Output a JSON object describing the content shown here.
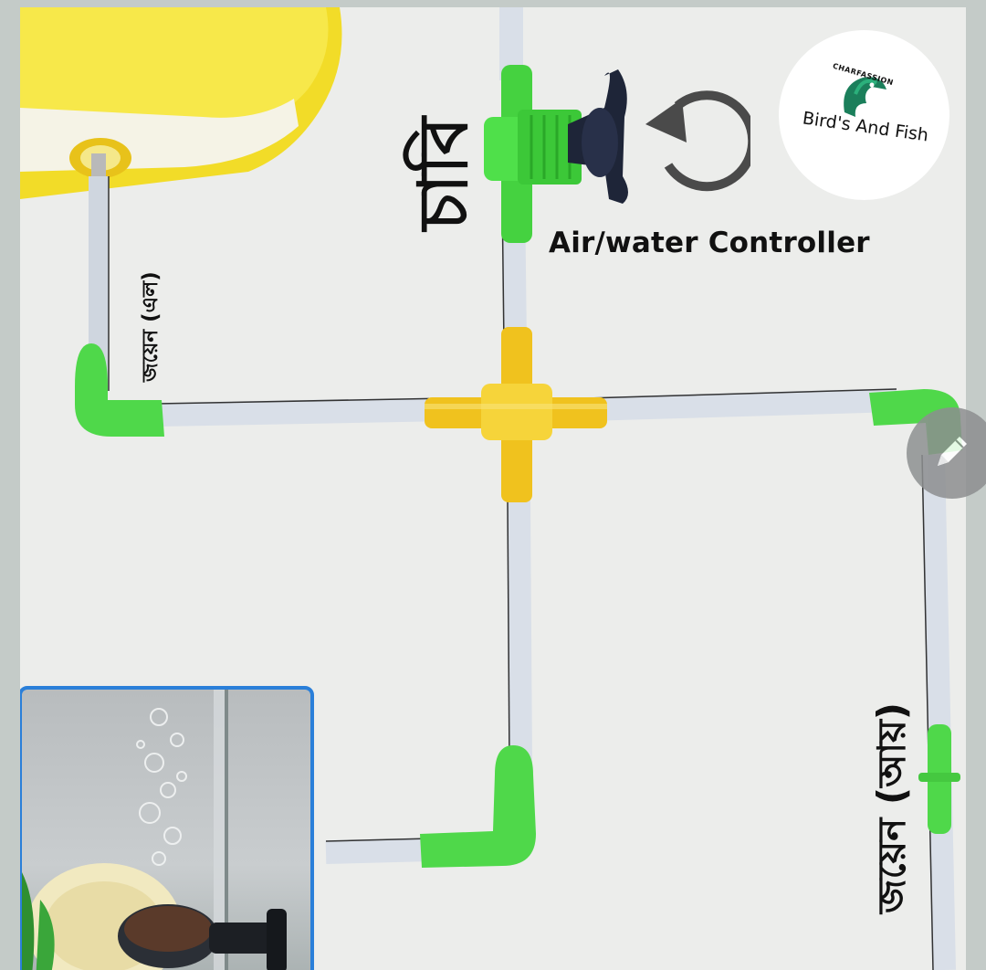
{
  "labels": {
    "controller": "Air/water Controller",
    "key_bn": "চাবি",
    "joiner_l": "জয়েন (এল)",
    "joiner_i": "জয়েন (আয়)"
  },
  "logo": {
    "tagline": "CHARFASSION",
    "brand": "Bird's And Fish"
  },
  "icons": {
    "rotate": "counterclockwise-arrow-icon",
    "edit": "pencil-icon"
  },
  "colors": {
    "tube": "#dfe4ea",
    "green_fitting": "#4fd84a",
    "yellow_fitting": "#f2c925",
    "valve_knob": "#1e2538",
    "pump": "#f4e23c",
    "aquarium_frame": "#2a7fd9"
  }
}
